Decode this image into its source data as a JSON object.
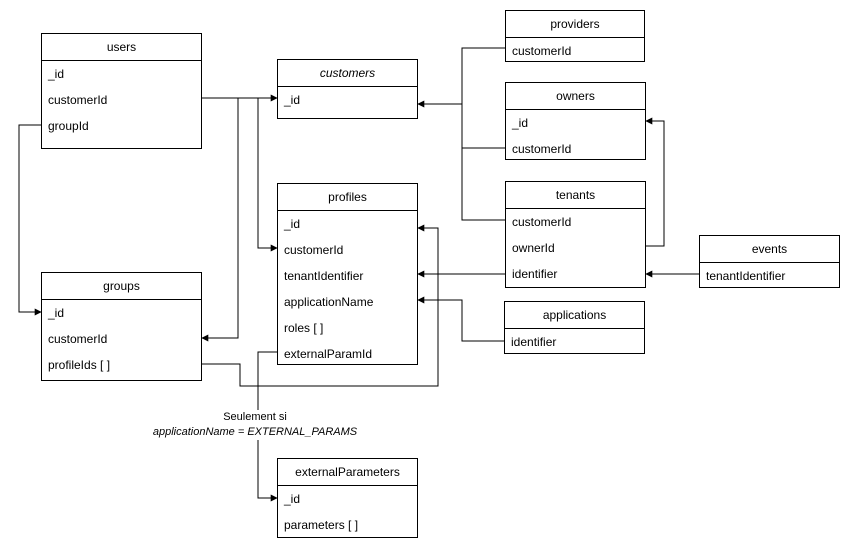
{
  "entities": {
    "users": {
      "title": "users",
      "fields": [
        "_id",
        "customerId",
        "groupId"
      ]
    },
    "customers": {
      "title": "customers",
      "fields": [
        "_id"
      ]
    },
    "providers": {
      "title": "providers",
      "fields": [
        "customerId"
      ]
    },
    "owners": {
      "title": "owners",
      "fields": [
        "_id",
        "customerId"
      ]
    },
    "tenants": {
      "title": "tenants",
      "fields": [
        "customerId",
        "ownerId",
        "identifier"
      ]
    },
    "events": {
      "title": "events",
      "fields": [
        "tenantIdentifier"
      ]
    },
    "profiles": {
      "title": "profiles",
      "fields": [
        "_id",
        "customerId",
        "tenantIdentifier",
        "applicationName",
        "roles [ ]",
        "externalParamId"
      ]
    },
    "groups": {
      "title": "groups",
      "fields": [
        "_id",
        "customerId",
        "profileIds [ ]"
      ]
    },
    "applications": {
      "title": "applications",
      "fields": [
        "identifier"
      ]
    },
    "externalParameters": {
      "title": "externalParameters",
      "fields": [
        "_id",
        "parameters [ ]"
      ]
    }
  },
  "note": {
    "line1": "Seulement si",
    "line2": "applicationName = EXTERNAL_PARAMS"
  },
  "colors": {
    "stroke": "#000000",
    "background": "#ffffff"
  }
}
